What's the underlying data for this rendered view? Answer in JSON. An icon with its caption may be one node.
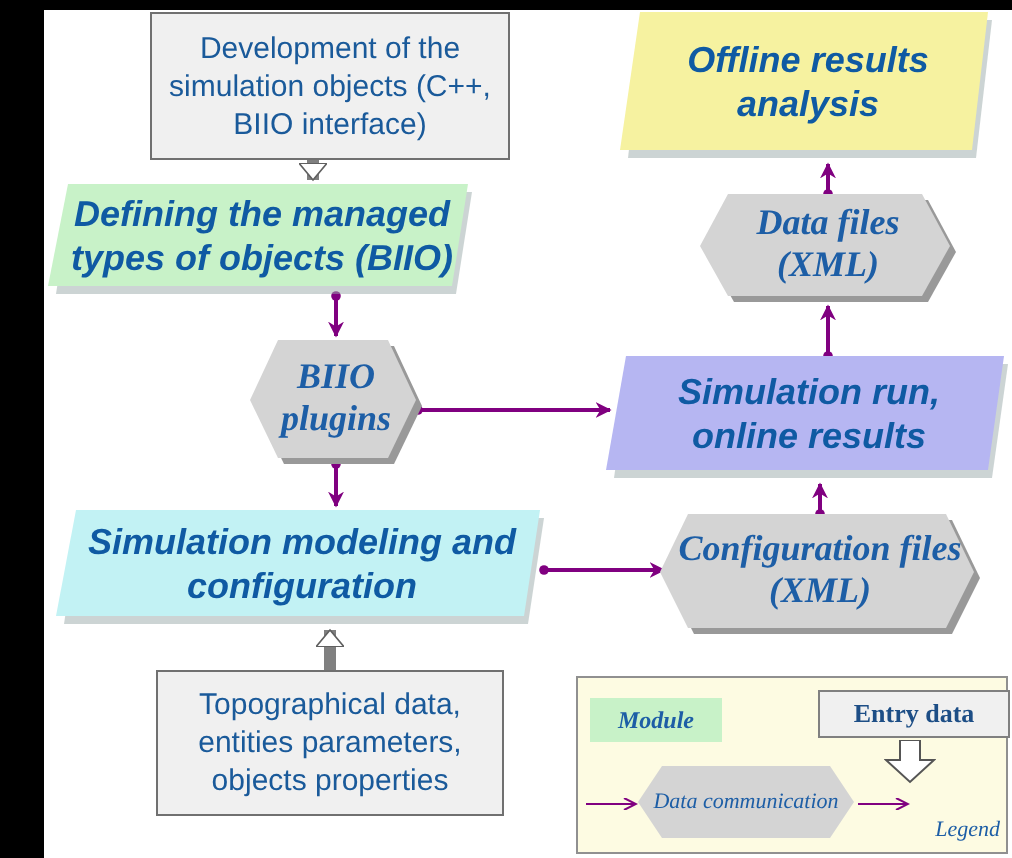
{
  "diagram": {
    "nodes": [
      {
        "text": [
          "Development of the simulation objects (C++, BIIO interface)"
        ]
      },
      {
        "text": [
          "Defining the managed types of objects (BIIO)"
        ]
      },
      {
        "text": [
          "BIIO plugins"
        ]
      },
      {
        "text": [
          "Simulation modeling and configuration"
        ]
      },
      {
        "text": [
          "Topographical data, entities parameters, objects properties"
        ]
      },
      {
        "text": [
          "Offline results analysis"
        ]
      },
      {
        "text": [
          "Data files (XML)"
        ]
      },
      {
        "text": [
          "Simulation run, online results"
        ]
      },
      {
        "text": [
          "Configuration files (XML)"
        ]
      }
    ],
    "edges": [
      {
        "from": 0,
        "to": 1,
        "arrow": "to",
        "style": "thick",
        "color": "#808080"
      },
      {
        "from": 1,
        "to": 2,
        "arrow": "to"
      },
      {
        "from": 2,
        "to": 7,
        "arrow": "to"
      },
      {
        "from": 2,
        "to": 3,
        "arrow": "to"
      },
      {
        "from": 4,
        "to": 3,
        "arrow": "to",
        "style": "thick",
        "color": "#808080"
      },
      {
        "from": 3,
        "to": 8,
        "arrow": "to"
      },
      {
        "from": 8,
        "to": 7,
        "arrow": "to"
      },
      {
        "from": 7,
        "to": 6,
        "arrow": "to"
      },
      {
        "from": 6,
        "to": 5,
        "arrow": "to"
      }
    ],
    "labels": [
      "Legend"
    ],
    "legend": [
      {
        "text": "Module"
      },
      {
        "text": "Entry data"
      },
      {
        "text": "Data communication"
      }
    ]
  }
}
